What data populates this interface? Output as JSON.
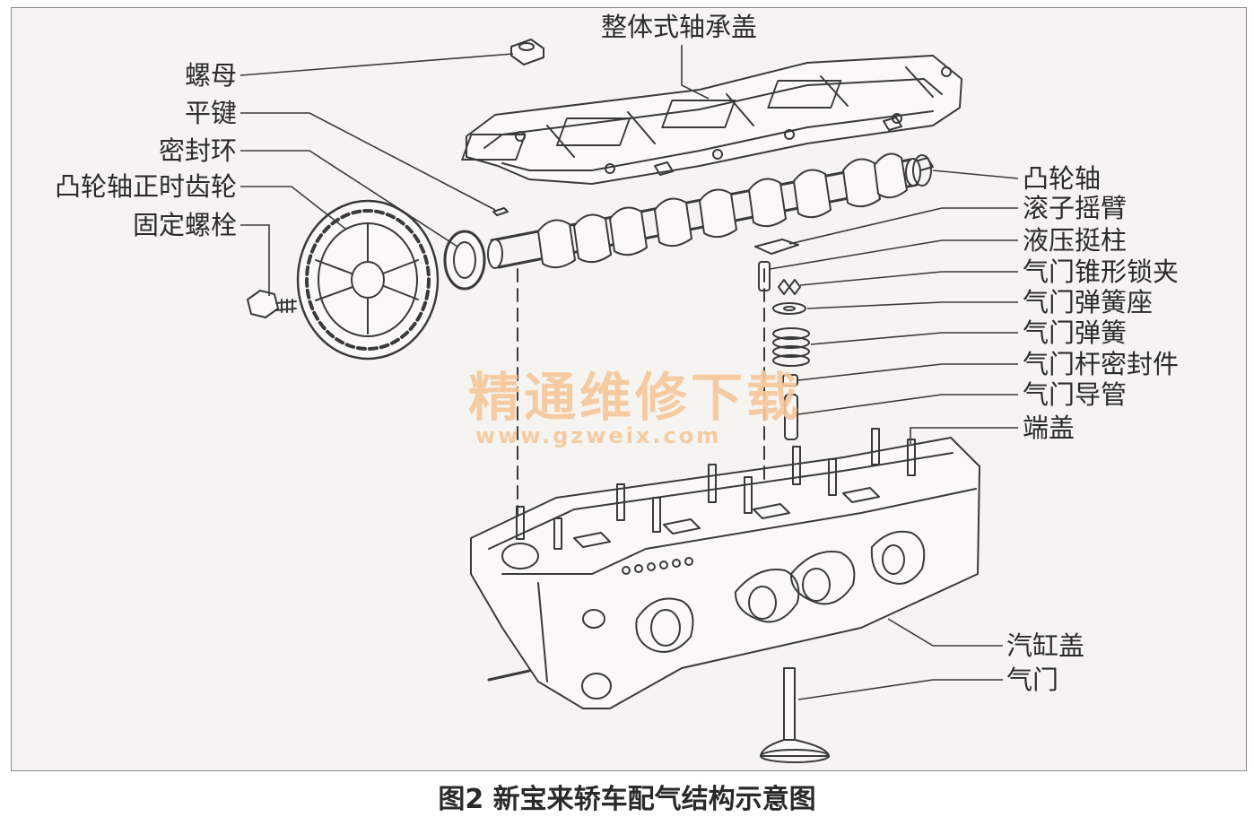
{
  "labels_left": {
    "nut": "螺母",
    "flat_key": "平键",
    "seal_ring": "密封环",
    "cam_timing_gear": "凸轮轴正时齿轮",
    "fixing_bolt": "固定螺栓"
  },
  "labels_top": {
    "bearing_cover": "整体式轴承盖"
  },
  "labels_right": {
    "camshaft": "凸轮轴",
    "roller_rocker": "滚子摇臂",
    "hydraulic_tappet": "液压挺柱",
    "valve_cotter": "气门锥形锁夹",
    "spring_seat": "气门弹簧座",
    "valve_spring": "气门弹簧",
    "stem_seal": "气门杆密封件",
    "valve_guide": "气门导管",
    "end_cap": "端盖",
    "cylinder_head": "汽缸盖",
    "valve": "气门"
  },
  "watermark": {
    "cn": "精通维修下载",
    "url": "www.gzweix.com"
  },
  "caption": "图2 新宝来轿车配气结构示意图",
  "colors": {
    "background": "#f6f4f1",
    "line": "#3a3a3a",
    "text": "#2b2b2b",
    "watermark": "#f7c79a"
  }
}
